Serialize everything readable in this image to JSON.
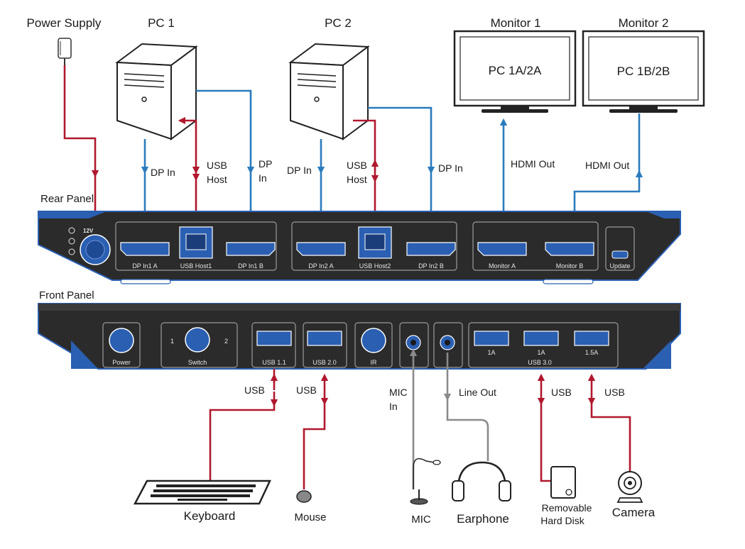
{
  "labels": {
    "power_supply": "Power Supply",
    "pc1": "PC 1",
    "pc2": "PC 2",
    "monitor1": "Monitor 1",
    "monitor2": "Monitor 2",
    "monitor1_screen": "PC 1A/2A",
    "monitor2_screen": "PC 1B/2B",
    "rear_panel": "Rear Panel",
    "front_panel": "Front Panel",
    "keyboard": "Keyboard",
    "mouse": "Mouse",
    "mic": "MIC",
    "earphone": "Earphone",
    "removable_1": "Removable",
    "removable_2": "Hard Disk",
    "camera": "Camera"
  },
  "cable_labels": {
    "dp_in_1": "DP In",
    "usb_1a": "USB",
    "host_1a": "Host",
    "dp_1b_a": "DP",
    "dp_1b_b": "In",
    "dp_in_2": "DP In",
    "usb_2a": "USB",
    "host_2a": "Host",
    "dp_in_2b": "DP In",
    "hdmi_out_1": "HDMI Out",
    "hdmi_out_2": "HDMI Out",
    "usb_kb": "USB",
    "usb_mouse": "USB",
    "mic_in_a": "MIC",
    "mic_in_b": "In",
    "line_out": "Line Out",
    "usb_hd": "USB",
    "usb_cam": "USB"
  },
  "rear_ports": {
    "power_12v": "12V",
    "dp_in1_a": "DP In1 A",
    "usb_host1": "USB Host1",
    "dp_in1_b": "DP In1 B",
    "dp_in2_a": "DP In2 A",
    "usb_host2": "USB Host2",
    "dp_in2_b": "DP In2 B",
    "monitor_a": "Monitor A",
    "monitor_b": "Monitor B",
    "update": "Update"
  },
  "front_ports": {
    "power": "Power",
    "switch": "Switch",
    "switch_1": "1",
    "switch_2": "2",
    "usb_11": "USB 1.1",
    "usb_20": "USB 2.0",
    "ir": "IR",
    "usb_1a": "1A",
    "usb_1a_b": "1A",
    "usb_15a": "1.5A",
    "usb_30": "USB 3.0"
  },
  "colors": {
    "video_cable": "#2a7bbd",
    "usb_cable": "#b0182e",
    "audio_cable": "#8a8a8a",
    "panel": "#2b2b2b",
    "port": "#2a5fb2"
  }
}
